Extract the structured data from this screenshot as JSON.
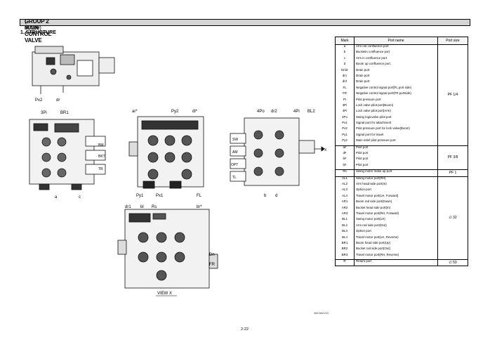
{
  "header": {
    "title": "GROUP  2  MAIN CONTROL VALVE",
    "code": "(-#0169)"
  },
  "section": {
    "title": "1. STRUCTURE"
  },
  "figure": {
    "labels_top": [
      "Px2",
      "dr"
    ],
    "labels_left": [
      "3Pi",
      "BR1",
      "BM",
      "BKT",
      "TR",
      "a",
      "c"
    ],
    "labels_middle": [
      "ar*",
      "Py2",
      "dl*",
      "Py1",
      "Px1",
      "FL"
    ],
    "labels_right": [
      "4Po",
      "dr2",
      "4Pi",
      "BL2",
      "SW",
      "AM",
      "OPT",
      "TL",
      "X",
      "b",
      "d"
    ],
    "labels_bottom": [
      "dr1",
      "bl",
      "Rs",
      "br*",
      "Dn",
      "FR"
    ],
    "view": "VIEW  X"
  },
  "table": {
    "headers": {
      "mark": "Mark",
      "name": "Port name",
      "size": "Port size"
    },
    "groups": [
      {
        "size": "PF 1/4",
        "rows": [
          {
            "mark": "a",
            "name": "Arm out confluence port"
          },
          {
            "mark": "b",
            "name": "Bucketin confluence port"
          },
          {
            "mark": "c",
            "name": "Arm in confluence port"
          },
          {
            "mark": "d",
            "name": "Boom up confluence port"
          },
          {
            "mark": "Dr/dr",
            "name": "Drain port"
          },
          {
            "mark": "dr1",
            "name": "Drain port"
          },
          {
            "mark": "dr2",
            "name": "Drain port"
          },
          {
            "mark": "FL",
            "name": "Negative control signal port(FL port side)"
          },
          {
            "mark": "FR",
            "name": "Negative control signal port(FR portside)"
          },
          {
            "mark": "Pi",
            "name": "Pilot pressure port"
          },
          {
            "mark": "3Pi",
            "name": "Lock valve pilot port(Boom)"
          },
          {
            "mark": "4Pi",
            "name": "Lock valve pilot port(Arm)"
          },
          {
            "mark": "4Po",
            "name": "Swing logicvalve pilot port"
          },
          {
            "mark": "Px1",
            "name": "Signal port for attachment"
          },
          {
            "mark": "Px2",
            "name": "Pilot pressure port for lock valve(Boom)"
          },
          {
            "mark": "Py1",
            "name": "Signal port for travel"
          },
          {
            "mark": "Py2",
            "name": "Main relief pilot pressure port"
          }
        ]
      },
      {
        "size": "PF 3/8",
        "rows": [
          {
            "mark": "aF",
            "name": "Pilot port"
          },
          {
            "mark": "dF",
            "name": "Pilot port"
          },
          {
            "mark": "bF",
            "name": "Pilot port"
          },
          {
            "mark": "bF",
            "name": "Pilot port"
          }
        ]
      },
      {
        "size": "PF 1",
        "rows": [
          {
            "mark": "Rs",
            "name": "Swing motor make up port"
          }
        ]
      },
      {
        "size": "∅ 32",
        "rows": [
          {
            "mark": "AL1",
            "name": "Swing motor port(RH)"
          },
          {
            "mark": "AL2",
            "name": "Arm head side port(In)"
          },
          {
            "mark": "AL3",
            "name": "Option port"
          },
          {
            "mark": "AL4",
            "name": "Travel motor port(LH, Forward)"
          },
          {
            "mark": "AR1",
            "name": "Boom rod side port(Down)"
          },
          {
            "mark": "AR2",
            "name": "Bucket head side port(In)"
          },
          {
            "mark": "AR3",
            "name": "Travel motor port(RH, Forward)"
          },
          {
            "mark": "BL1",
            "name": "Swing motor port(LH)"
          },
          {
            "mark": "BL2",
            "name": "Arm rod side port(Out)"
          },
          {
            "mark": "BL3",
            "name": "Option port"
          },
          {
            "mark": "BL4",
            "name": "Travel motor port(LH, Reverse)"
          },
          {
            "mark": "BR1",
            "name": "Boom head side port(Up)"
          },
          {
            "mark": "BR2",
            "name": "Bucket rod side port(Out)"
          },
          {
            "mark": "BR3",
            "name": "Travel motor port(RH, Reverse)"
          }
        ]
      },
      {
        "size": "∅ 50",
        "rows": [
          {
            "mark": "R",
            "name": "Return port"
          }
        ]
      }
    ]
  },
  "footer": {
    "drawing_id": "3607A6CV23",
    "page": "2-22"
  }
}
